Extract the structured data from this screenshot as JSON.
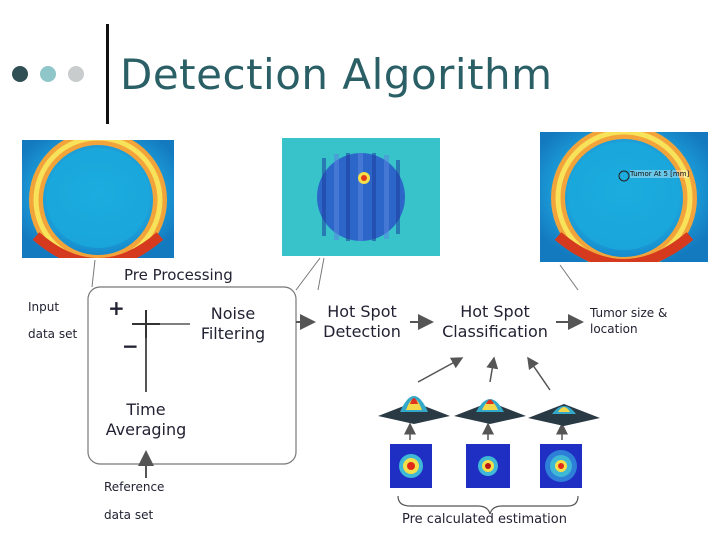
{
  "title": "Detection Algorithm",
  "colors": {
    "title": "#2a5f66",
    "dot_dark": "#2f4f55",
    "dot_mid": "#8fc6c9",
    "dot_light": "#c8cccc",
    "thermal_bg": "#1fa0d8",
    "filtered_bg": "#37c3c9"
  },
  "images": {
    "tumor_annotation": "Tumor At 5 [mm]"
  },
  "labels": {
    "pre_processing": "Pre Processing",
    "input": "Input",
    "data_set": "data set",
    "plus": "+",
    "minus": "−",
    "reference": "Reference",
    "reference_data_set": "data set",
    "pre_calculated": "Pre calculated estimation"
  },
  "blocks": {
    "noise_filtering": [
      "Noise",
      "Filtering"
    ],
    "time_averaging": [
      "Time",
      "Averaging"
    ],
    "hot_spot_detection": [
      "Hot Spot",
      "Detection"
    ],
    "hot_spot_classification": [
      "Hot Spot",
      "Classification"
    ],
    "tumor_output": [
      "Tumor size &",
      "location"
    ]
  }
}
